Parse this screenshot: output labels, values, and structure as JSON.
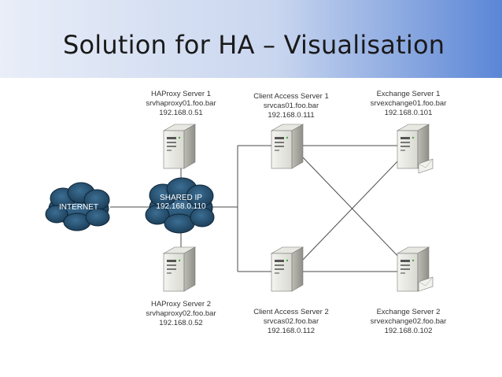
{
  "slide": {
    "title": "Solution for HA – Visualisation"
  },
  "diagram": {
    "internet": {
      "label": "INTERNET"
    },
    "shared_ip": {
      "line1": "SHARED IP",
      "line2": "192.168.0.110"
    },
    "haproxy1": {
      "name": "HAProxy Server 1",
      "host": "srvhaproxy01.foo.bar",
      "ip": "192.168.0.51"
    },
    "haproxy2": {
      "name": "HAProxy Server 2",
      "host": "srvhaproxy02.foo.bar",
      "ip": "192.168.0.52"
    },
    "cas1": {
      "name": "Client Access Server 1",
      "host": "srvcas01.foo.bar",
      "ip": "192.168.0.111"
    },
    "cas2": {
      "name": "Client Access Server 2",
      "host": "srvcas02.foo.bar",
      "ip": "192.168.0.112"
    },
    "exch1": {
      "name": "Exchange Server 1",
      "host": "srvexchange01.foo.bar",
      "ip": "192.168.0.101"
    },
    "exch2": {
      "name": "Exchange Server 2",
      "host": "srvexchange02.foo.bar",
      "ip": "192.168.0.102"
    }
  }
}
